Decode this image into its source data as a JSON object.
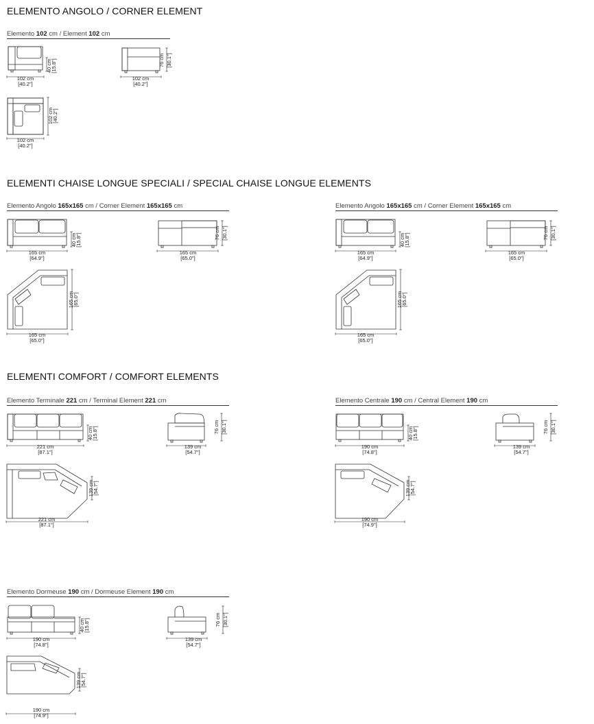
{
  "sections": {
    "corner": "ELEMENTO ANGOLO / CORNER ELEMENT",
    "chaise": "ELEMENTI CHAISE LONGUE SPECIALI / SPECIAL CHAISE LONGUE ELEMENTS",
    "comfort": "ELEMENTI COMFORT / COMFORT ELEMENTS"
  },
  "captions": {
    "corner": {
      "it": "Elemento ",
      "it_b": "102",
      "mid": " cm / Element ",
      "en_b": "102",
      "end": " cm"
    },
    "chaise_left": {
      "it": "Elemento Angolo ",
      "it_b": "165x165",
      "mid": " cm / Corner Element ",
      "en_b": "165x165",
      "end": " cm"
    },
    "chaise_right": {
      "it": "Elemento Angolo ",
      "it_b": "165x165",
      "mid": " cm / Corner Element ",
      "en_b": "165x165",
      "end": " cm"
    },
    "terminal": {
      "it": "Elemento Terminale ",
      "it_b": "221",
      "mid": " cm / Terminal Element ",
      "en_b": "221",
      "end": " cm"
    },
    "central": {
      "it": "Elemento Centrale ",
      "it_b": "190",
      "mid": " cm / Central Element ",
      "en_b": "190",
      "end": " cm"
    },
    "dormeuse": {
      "it": "Elemento Dormeuse ",
      "it_b": "190",
      "mid": " cm / Dormeuse Element ",
      "en_b": "190",
      "end": " cm"
    }
  },
  "dims": {
    "c102": "102 cm",
    "i402": "[40.2\"]",
    "c40": "40 cm",
    "i158": "[15.8\"]",
    "c76": "76 cm",
    "i301": "[30.1\"]",
    "c165": "165 cm",
    "i649": "[64.9\"]",
    "i650": "[65.0\"]",
    "c221": "221 cm",
    "i871": "[87.1\"]",
    "c139": "139 cm",
    "i547": "[54.7\"]",
    "c190": "190 cm",
    "i748": "[74.8\"]",
    "i749": "[74.9\"]"
  }
}
